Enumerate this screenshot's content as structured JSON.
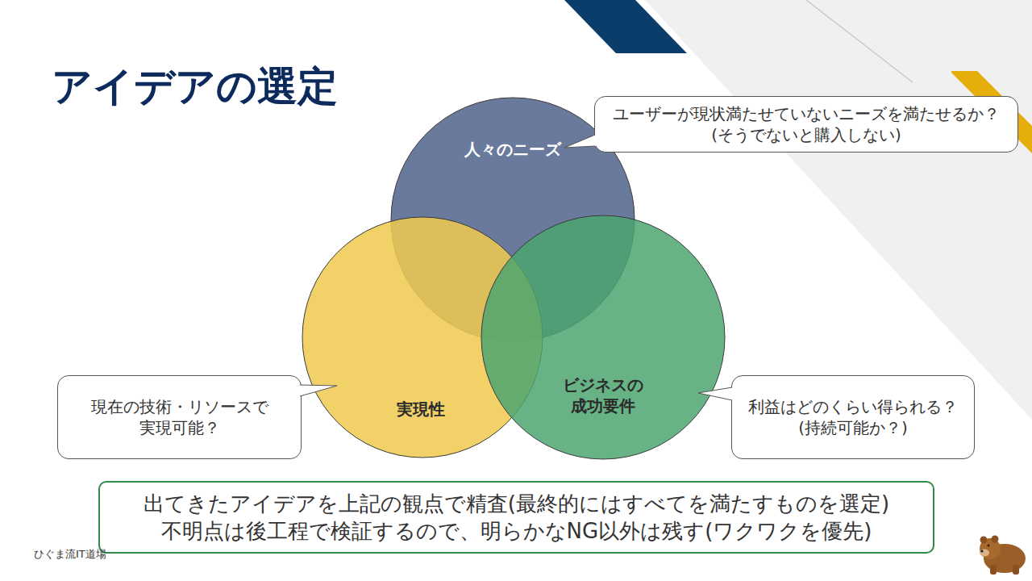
{
  "diagram": {
    "title": "アイデアの選定",
    "nodes": [
      {
        "text": [
          "人々のニーズ"
        ]
      },
      {
        "text": [
          "実現性"
        ]
      },
      {
        "text": [
          "ビジネスの 成功要件"
        ]
      },
      {
        "text": [
          "ユーザーが現状満たせていないニーズを満たせるか？",
          "(そうでないと購入しない)"
        ]
      },
      {
        "text": [
          "現在の技術・リソースで 実現可能？"
        ]
      },
      {
        "text": [
          "利益はどのくらい得られる？",
          "(持続可能か？)"
        ]
      },
      {
        "text": [
          "出てきたアイデアを上記の観点で精査(最終的にはすべてを満たすものを選定)",
          "不明点は後工程で検証するので、明らかなNG以外は残す(ワクワクを優先)"
        ]
      }
    ],
    "labels": [
      "ひぐま流IT道場"
    ]
  }
}
